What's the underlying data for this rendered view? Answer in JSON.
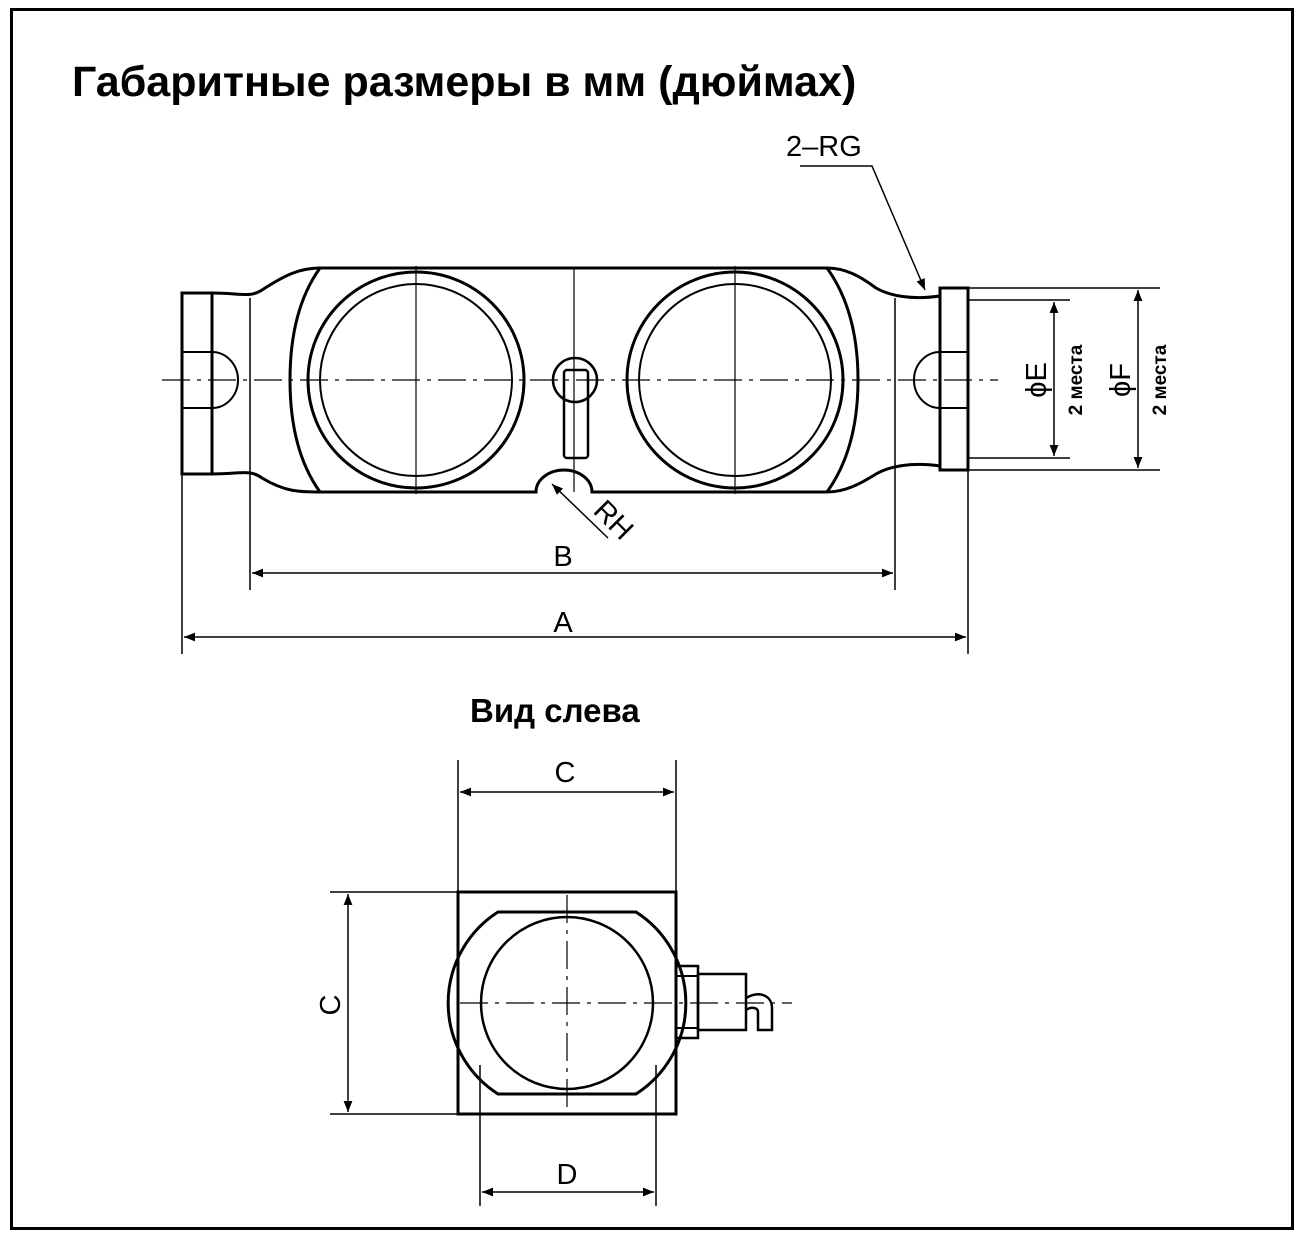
{
  "title": "Габаритные размеры в мм (дюймах)",
  "side_view_title": "Вид слева",
  "labels": {
    "rg": "2–RG",
    "rh": "RH",
    "a": "A",
    "b": "B",
    "c_top": "C",
    "c_side": "C",
    "d": "D",
    "phi_e": "ϕE",
    "phi_f": "ϕF",
    "places_e": "2 места",
    "places_f": "2 места"
  }
}
